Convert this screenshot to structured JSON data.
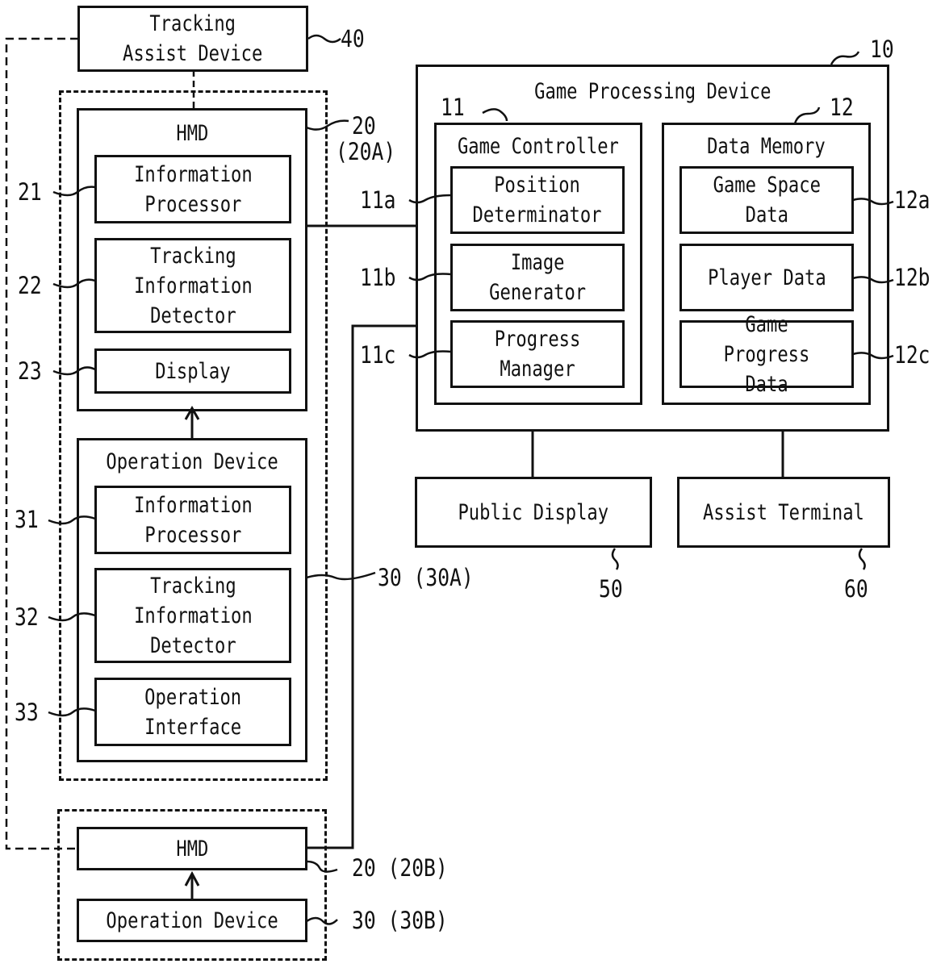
{
  "tracking_assist": {
    "label": "Tracking\nAssist Device",
    "ref": "40"
  },
  "game_processing": {
    "title": "Game Processing Device",
    "ref": "10",
    "controller": {
      "title": "Game Controller",
      "ref": "11",
      "items": [
        {
          "label": "Position\nDeterminator",
          "ref": "11a"
        },
        {
          "label": "Image\nGenerator",
          "ref": "11b"
        },
        {
          "label": "Progress\nManager",
          "ref": "11c"
        }
      ]
    },
    "memory": {
      "title": "Data Memory",
      "ref": "12",
      "items": [
        {
          "label": "Game Space\nData",
          "ref": "12a"
        },
        {
          "label": "Player Data",
          "ref": "12b"
        },
        {
          "label": "Game Progress\nData",
          "ref": "12c"
        }
      ]
    }
  },
  "hmd_a": {
    "title": "HMD",
    "ref": "20",
    "ref_sub": "(20A)",
    "items": [
      {
        "label": "Information\nProcessor",
        "ref": "21"
      },
      {
        "label": "Tracking\nInformation\nDetector",
        "ref": "22"
      },
      {
        "label": "Display",
        "ref": "23"
      }
    ]
  },
  "operation_a": {
    "title": "Operation Device",
    "ref": "30 (30A)",
    "items": [
      {
        "label": "Information\nProcessor",
        "ref": "31"
      },
      {
        "label": "Tracking\nInformation\nDetector",
        "ref": "32"
      },
      {
        "label": "Operation\nInterface",
        "ref": "33"
      }
    ]
  },
  "hmd_b": {
    "label": "HMD",
    "ref": "20 (20B)"
  },
  "operation_b": {
    "label": "Operation Device",
    "ref": "30 (30B)"
  },
  "public_display": {
    "label": "Public Display",
    "ref": "50"
  },
  "assist_terminal": {
    "label": "Assist Terminal",
    "ref": "60"
  }
}
